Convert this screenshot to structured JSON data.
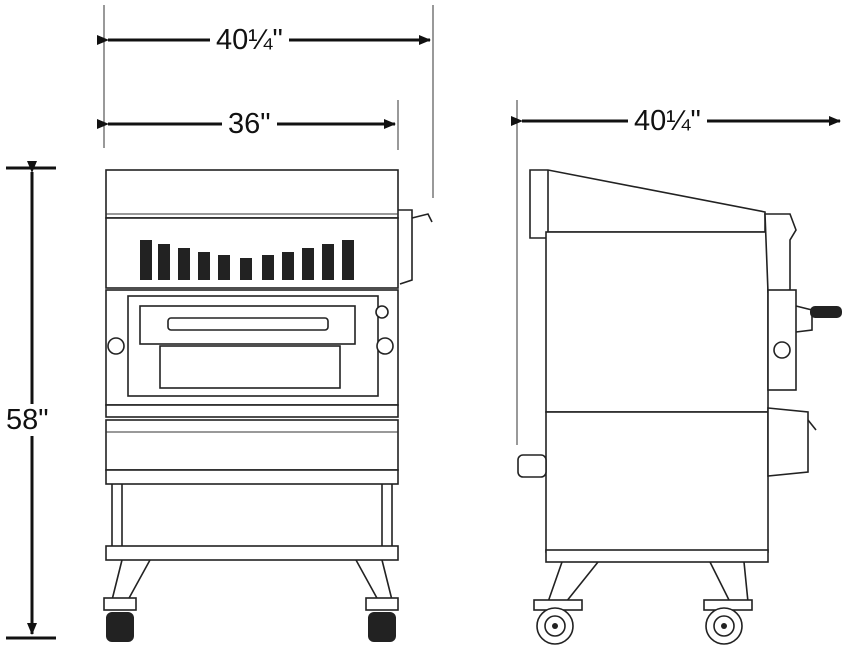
{
  "diagram": {
    "front_view": {
      "overall_width": "40¼\"",
      "body_width": "36\"",
      "height": "58\""
    },
    "side_view": {
      "depth": "40¼\""
    },
    "colors": {
      "line": "#222222",
      "background": "#ffffff"
    }
  }
}
